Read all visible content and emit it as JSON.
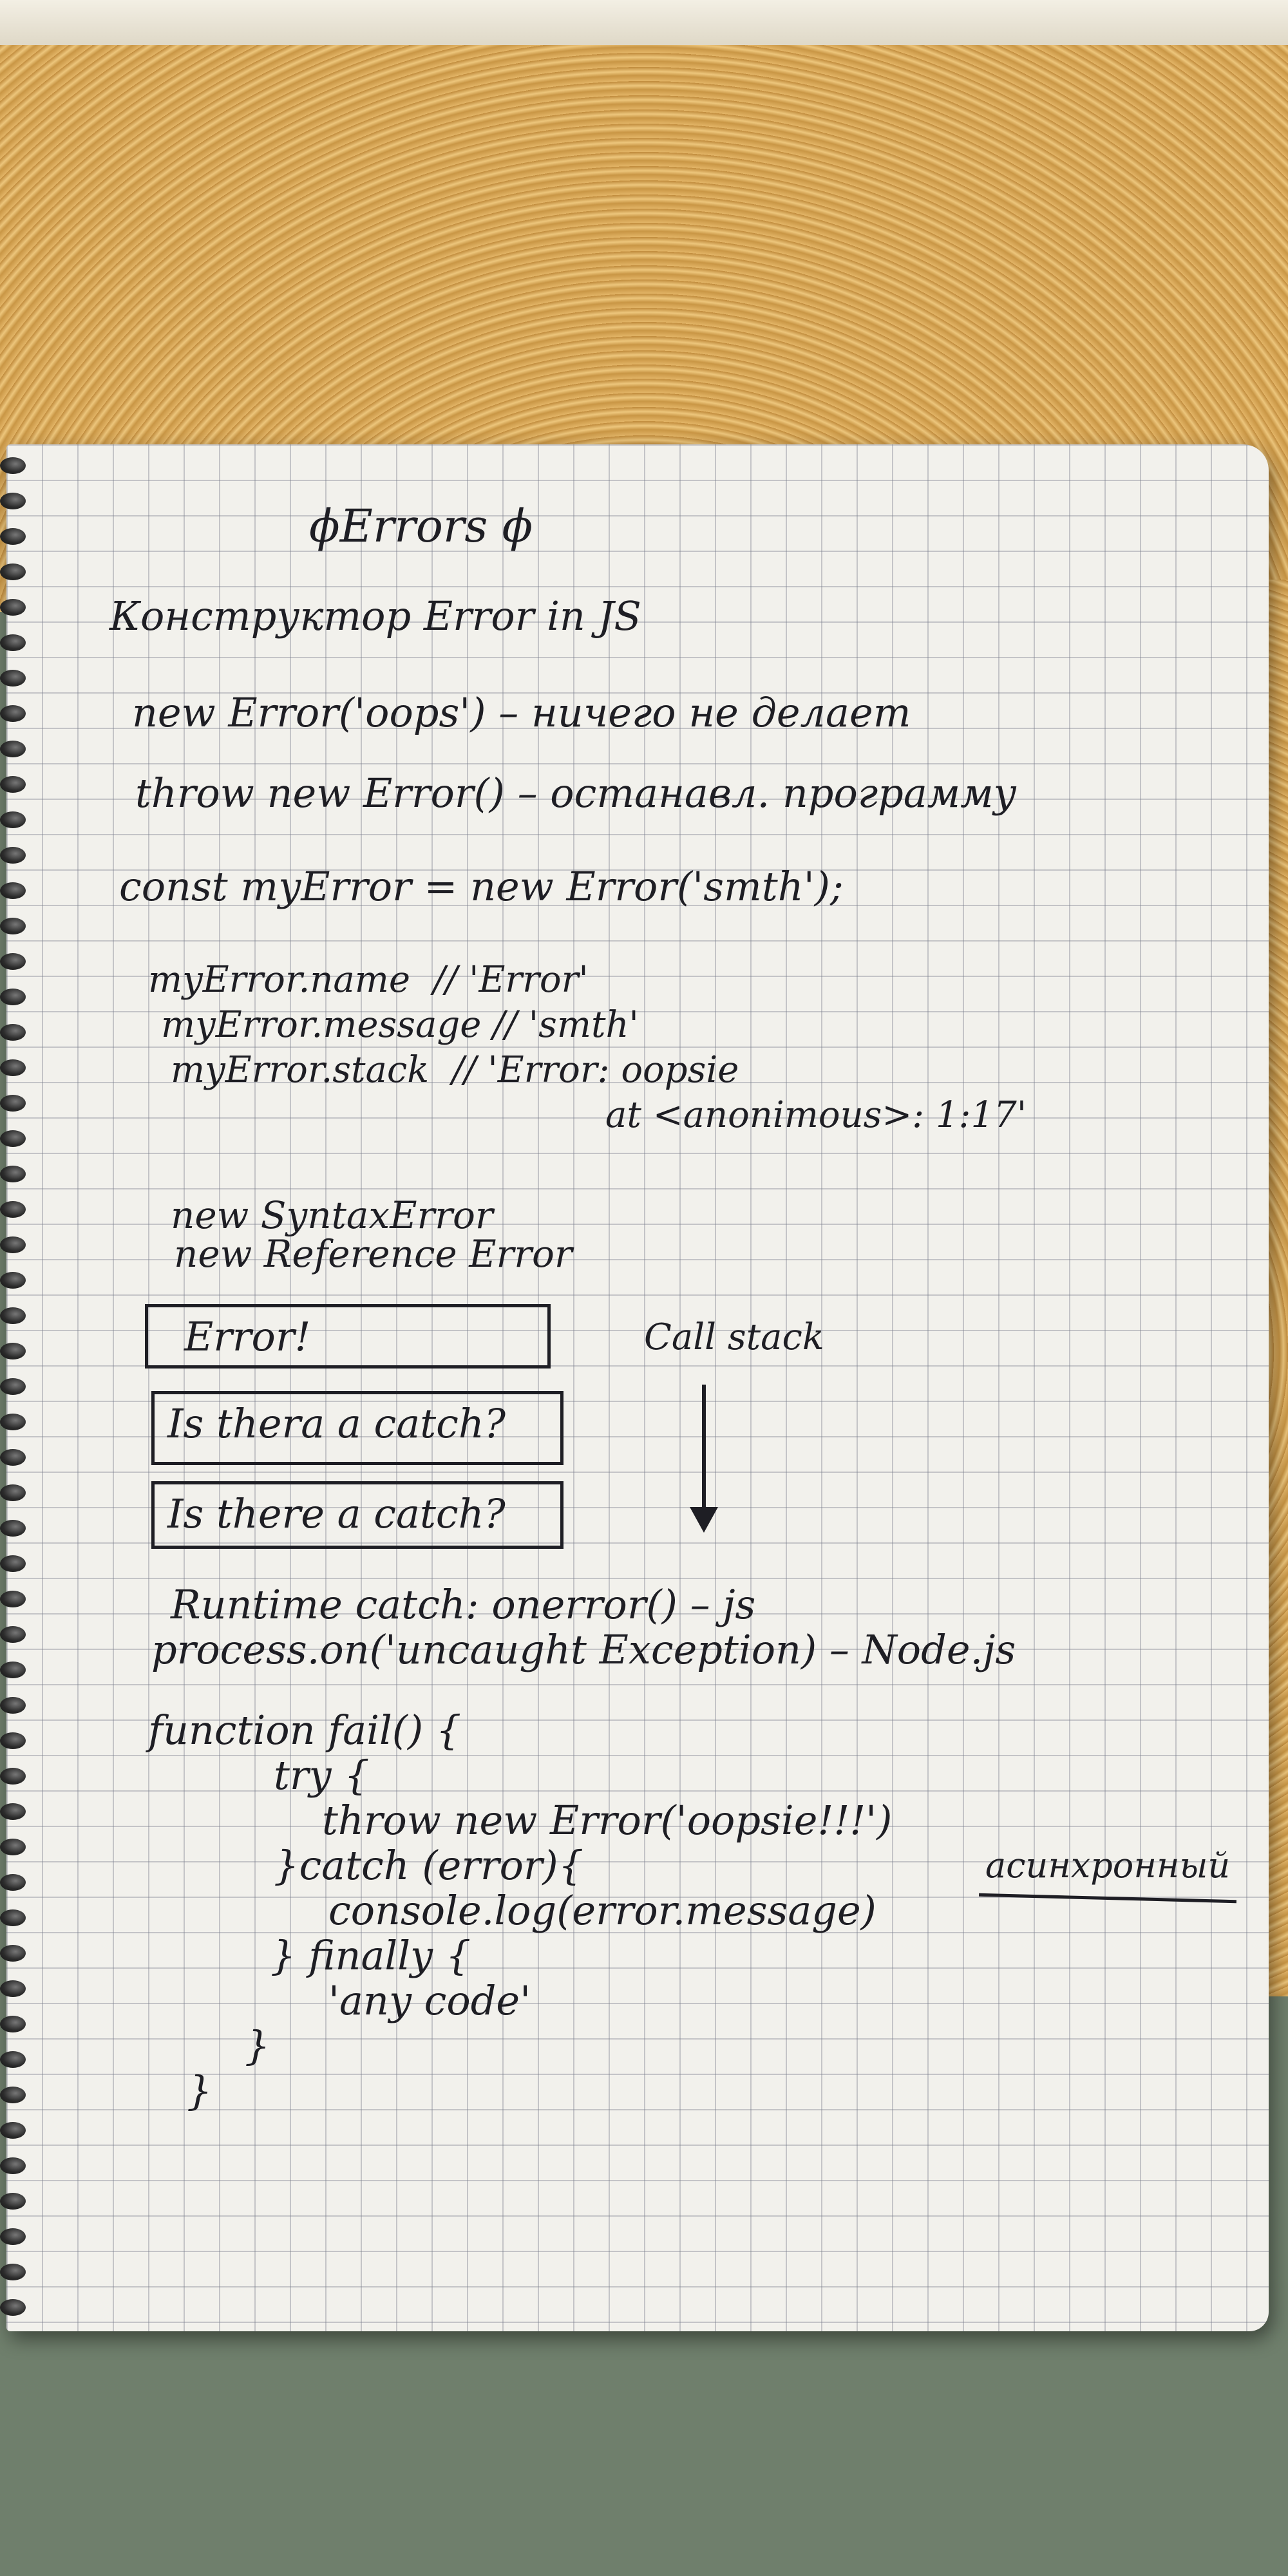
{
  "notebook": {
    "title": "ϕErrors ϕ",
    "lines": {
      "constructor_heading": "Конструктор Error in JS",
      "new_error": "new Error('oops') – ничего не делает",
      "throw_error": "throw new Error() – останавл. программу",
      "const_my_error": "const myError = new Error('smth');",
      "name_line": "myError.name  // 'Error'",
      "message_line": "myError.message // 'smth'",
      "stack_line": "myError.stack  // 'Error: oopsie",
      "stack_line_2": "at <anonimous>: 1:17'",
      "syntax_error": "new SyntaxError",
      "reference_error": "new Reference Error",
      "runtime_catch": "Runtime catch: onerror() – js",
      "process_on": "process.on('uncaught Exception) – Node.js",
      "fn_1": "function fail() {",
      "fn_2": "try {",
      "fn_3": "throw new Error('oopsie!!!')",
      "fn_4": "}catch (error){",
      "fn_5": "console.log(error.message)",
      "fn_6": "} finally {",
      "fn_7": "'any code'",
      "fn_8": "}",
      "fn_9": "}"
    },
    "boxes": [
      "Error!",
      "Is thera a catch?",
      "Is there a catch?"
    ],
    "call_stack_label": "Call stack",
    "side_note": "асинхронный"
  }
}
